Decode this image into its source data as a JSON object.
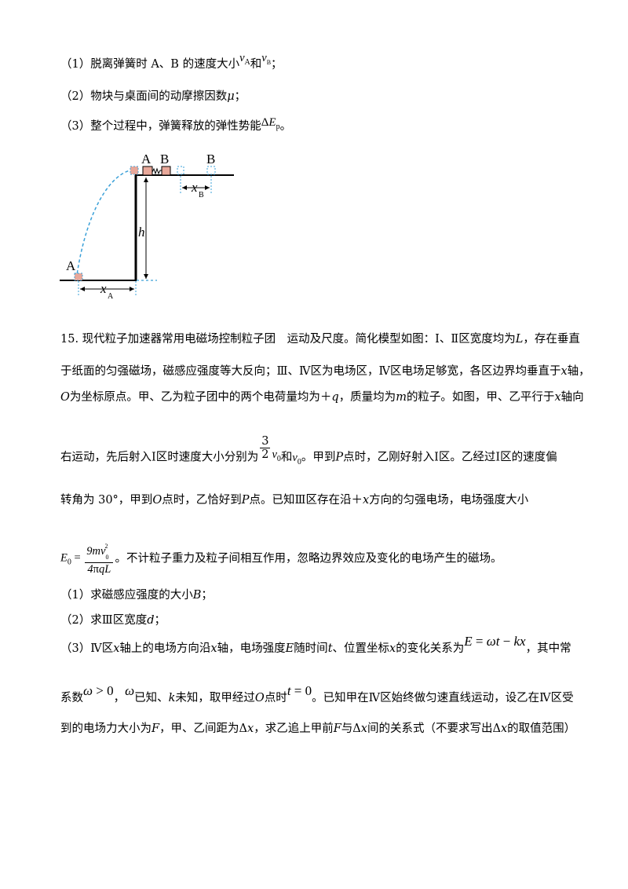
{
  "q14": {
    "p1_prefix": "（1）脱离弹簧时 A、B 的速度大小",
    "p1_and": "和",
    "p1_end": "；",
    "p2_prefix": "（2）物块与桌面间的动摩擦因数",
    "p2_sym": "μ",
    "p2_end": "；",
    "p3_prefix": "（3）整个过程中，弹簧释放的弹性势能",
    "p3_end": "。"
  },
  "figure": {
    "label_A_top": "A",
    "label_B_top": "B",
    "label_B_right": "B",
    "label_A_bottom": "A",
    "label_h": "h",
    "label_xA": "x",
    "label_xA_sub": "A",
    "label_xB": "x",
    "label_xB_sub": "B",
    "colors": {
      "block": "#e8a89a",
      "dashed": "#3aa0d8",
      "line": "#000000"
    }
  },
  "q15": {
    "l1": "15. 现代粒子加速器常用电磁场控制粒子团　运动及尺度。简化模型如图：Ⅰ、Ⅱ区宽度均为",
    "l1_sym": "L",
    "l1_end": "，存在垂直",
    "l2": "于纸面的匀强磁场，磁感应强度等大反向；Ⅲ、Ⅳ区为电场区，Ⅳ区电场足够宽，各区边界均垂直于",
    "l2_sym": "x",
    "l2_end": "轴，",
    "l3_sym": "O",
    "l3": "为坐标原点。甲、乙为粒子团中的两个电荷量均为＋",
    "l3_q": "q",
    "l3_mid": "，质量均为",
    "l3_m": "m",
    "l3_end": "的粒子。如图，甲、乙平行于",
    "l3_x": "x",
    "l3_tail": "轴向",
    "l4": "右运动，先后射入Ⅰ区时速度大小分别为",
    "l4_frac_num": "3",
    "l4_frac_den": "2",
    "l4_and": "和",
    "l4_mid": "。甲到",
    "l4_P": "P",
    "l4_end": "点时，乙刚好射入Ⅰ区。乙经过Ⅰ区的速度偏",
    "l5": "转角为 30°，甲到",
    "l5_O": "O",
    "l5_mid": "点时，乙恰好到",
    "l5_P": "P",
    "l5_end": "点。已知Ⅲ区存在沿＋",
    "l5_x": "x",
    "l5_tail": "方向的匀强电场，电场强度大小",
    "l6_end": "。不计粒子重力及粒子间相互作用，忽略边界效应及变化的电场产生的磁场。",
    "s1": "（1）求磁感应强度的大小",
    "s1_sym": "B",
    "s1_end": "；",
    "s2": "（2）求Ⅲ区宽度",
    "s2_sym": "d",
    "s2_end": "；",
    "s3": "（3）Ⅳ区",
    "s3_x": "x",
    "s3_a": "轴上的电场方向沿",
    "s3_x2": "x",
    "s3_b": "轴，电场强度",
    "s3_E": "E",
    "s3_c": "随时间",
    "s3_t": "t",
    "s3_d": "、位置坐标",
    "s3_x3": "x",
    "s3_e": "的变化关系为",
    "s3_f": "，其中常",
    "s4": "系数",
    "s4_mid": "已知、",
    "s4_k": "k",
    "s4_b": "未知，取甲经过",
    "s4_O": "O",
    "s4_c": "点时",
    "s4_d": "。已知甲在Ⅳ区始终做匀速直线运动，设乙在Ⅳ区受",
    "s5": "到的电场力大小为",
    "s5_F": "F",
    "s5_a": "，甲、乙间距为Δ",
    "s5_x": "x",
    "s5_b": "，求乙追上甲前",
    "s5_F2": "F",
    "s5_c": "与Δ",
    "s5_x2": "x",
    "s5_d": "间的关系式（不要求写出Δ",
    "s5_x3": "x",
    "s5_e": "的取值范围）"
  }
}
